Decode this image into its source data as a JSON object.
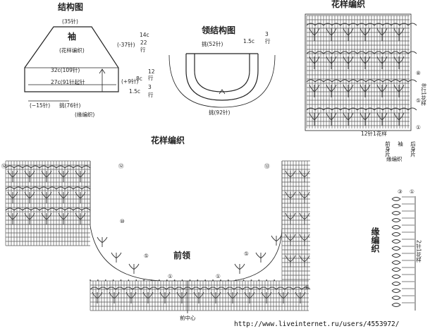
{
  "labels": {
    "structure_title": "结构图",
    "sleeve_top": "(35针)",
    "sleeve_name": "袖",
    "sleeve_pattern": "(花样编织)",
    "sleeve_decrease": "(-37针)",
    "sleeve_14c": "14c",
    "sleeve_22": "22",
    "sleeve_row": "行",
    "sleeve_width": "32c(109针)",
    "sleeve_cast": "27c(91针起针",
    "sleeve_inc": "(+9针)",
    "sleeve_12": "12",
    "sleeve_row2": "行",
    "sleeve_8c": "8c",
    "sleeve_15c": "1.5c",
    "sleeve_3": "3",
    "sleeve_row3": "行",
    "sleeve_minus15": "(−15针)",
    "sleeve_pick": "挑(76针)",
    "sleeve_edge": "(缘编织)",
    "neck_title": "领结构图",
    "neck_pick": "挑(52针)",
    "neck_15c": "1.5c",
    "neck_3": "3",
    "neck_row": "行",
    "neck_bottom": "挑(92针)",
    "pattern_title_top": "花样编织",
    "pat_8": "⑧",
    "pat_5": "⑤",
    "pat_1": "①",
    "pat_rows": "8行1花样",
    "pat_repeat": "12针1花样",
    "pat_front": "前身片",
    "pat_sleeve": "袖",
    "pat_back": "后身片",
    "pat_edge": "缘编织",
    "main_title": "花样编织",
    "m_12": "⑫",
    "m_10": "⑩",
    "m_5": "⑤",
    "m_1": "①",
    "m_8": "⑧",
    "m_13": "⑬",
    "front_neck": "前领",
    "front_center": "前中心",
    "edge_title": "缘编织",
    "edge_3": "③",
    "edge_1": "①",
    "edge_repeat": "2针1花样",
    "watermark": "http://www.liveinternet.ru/users/4553972/"
  }
}
